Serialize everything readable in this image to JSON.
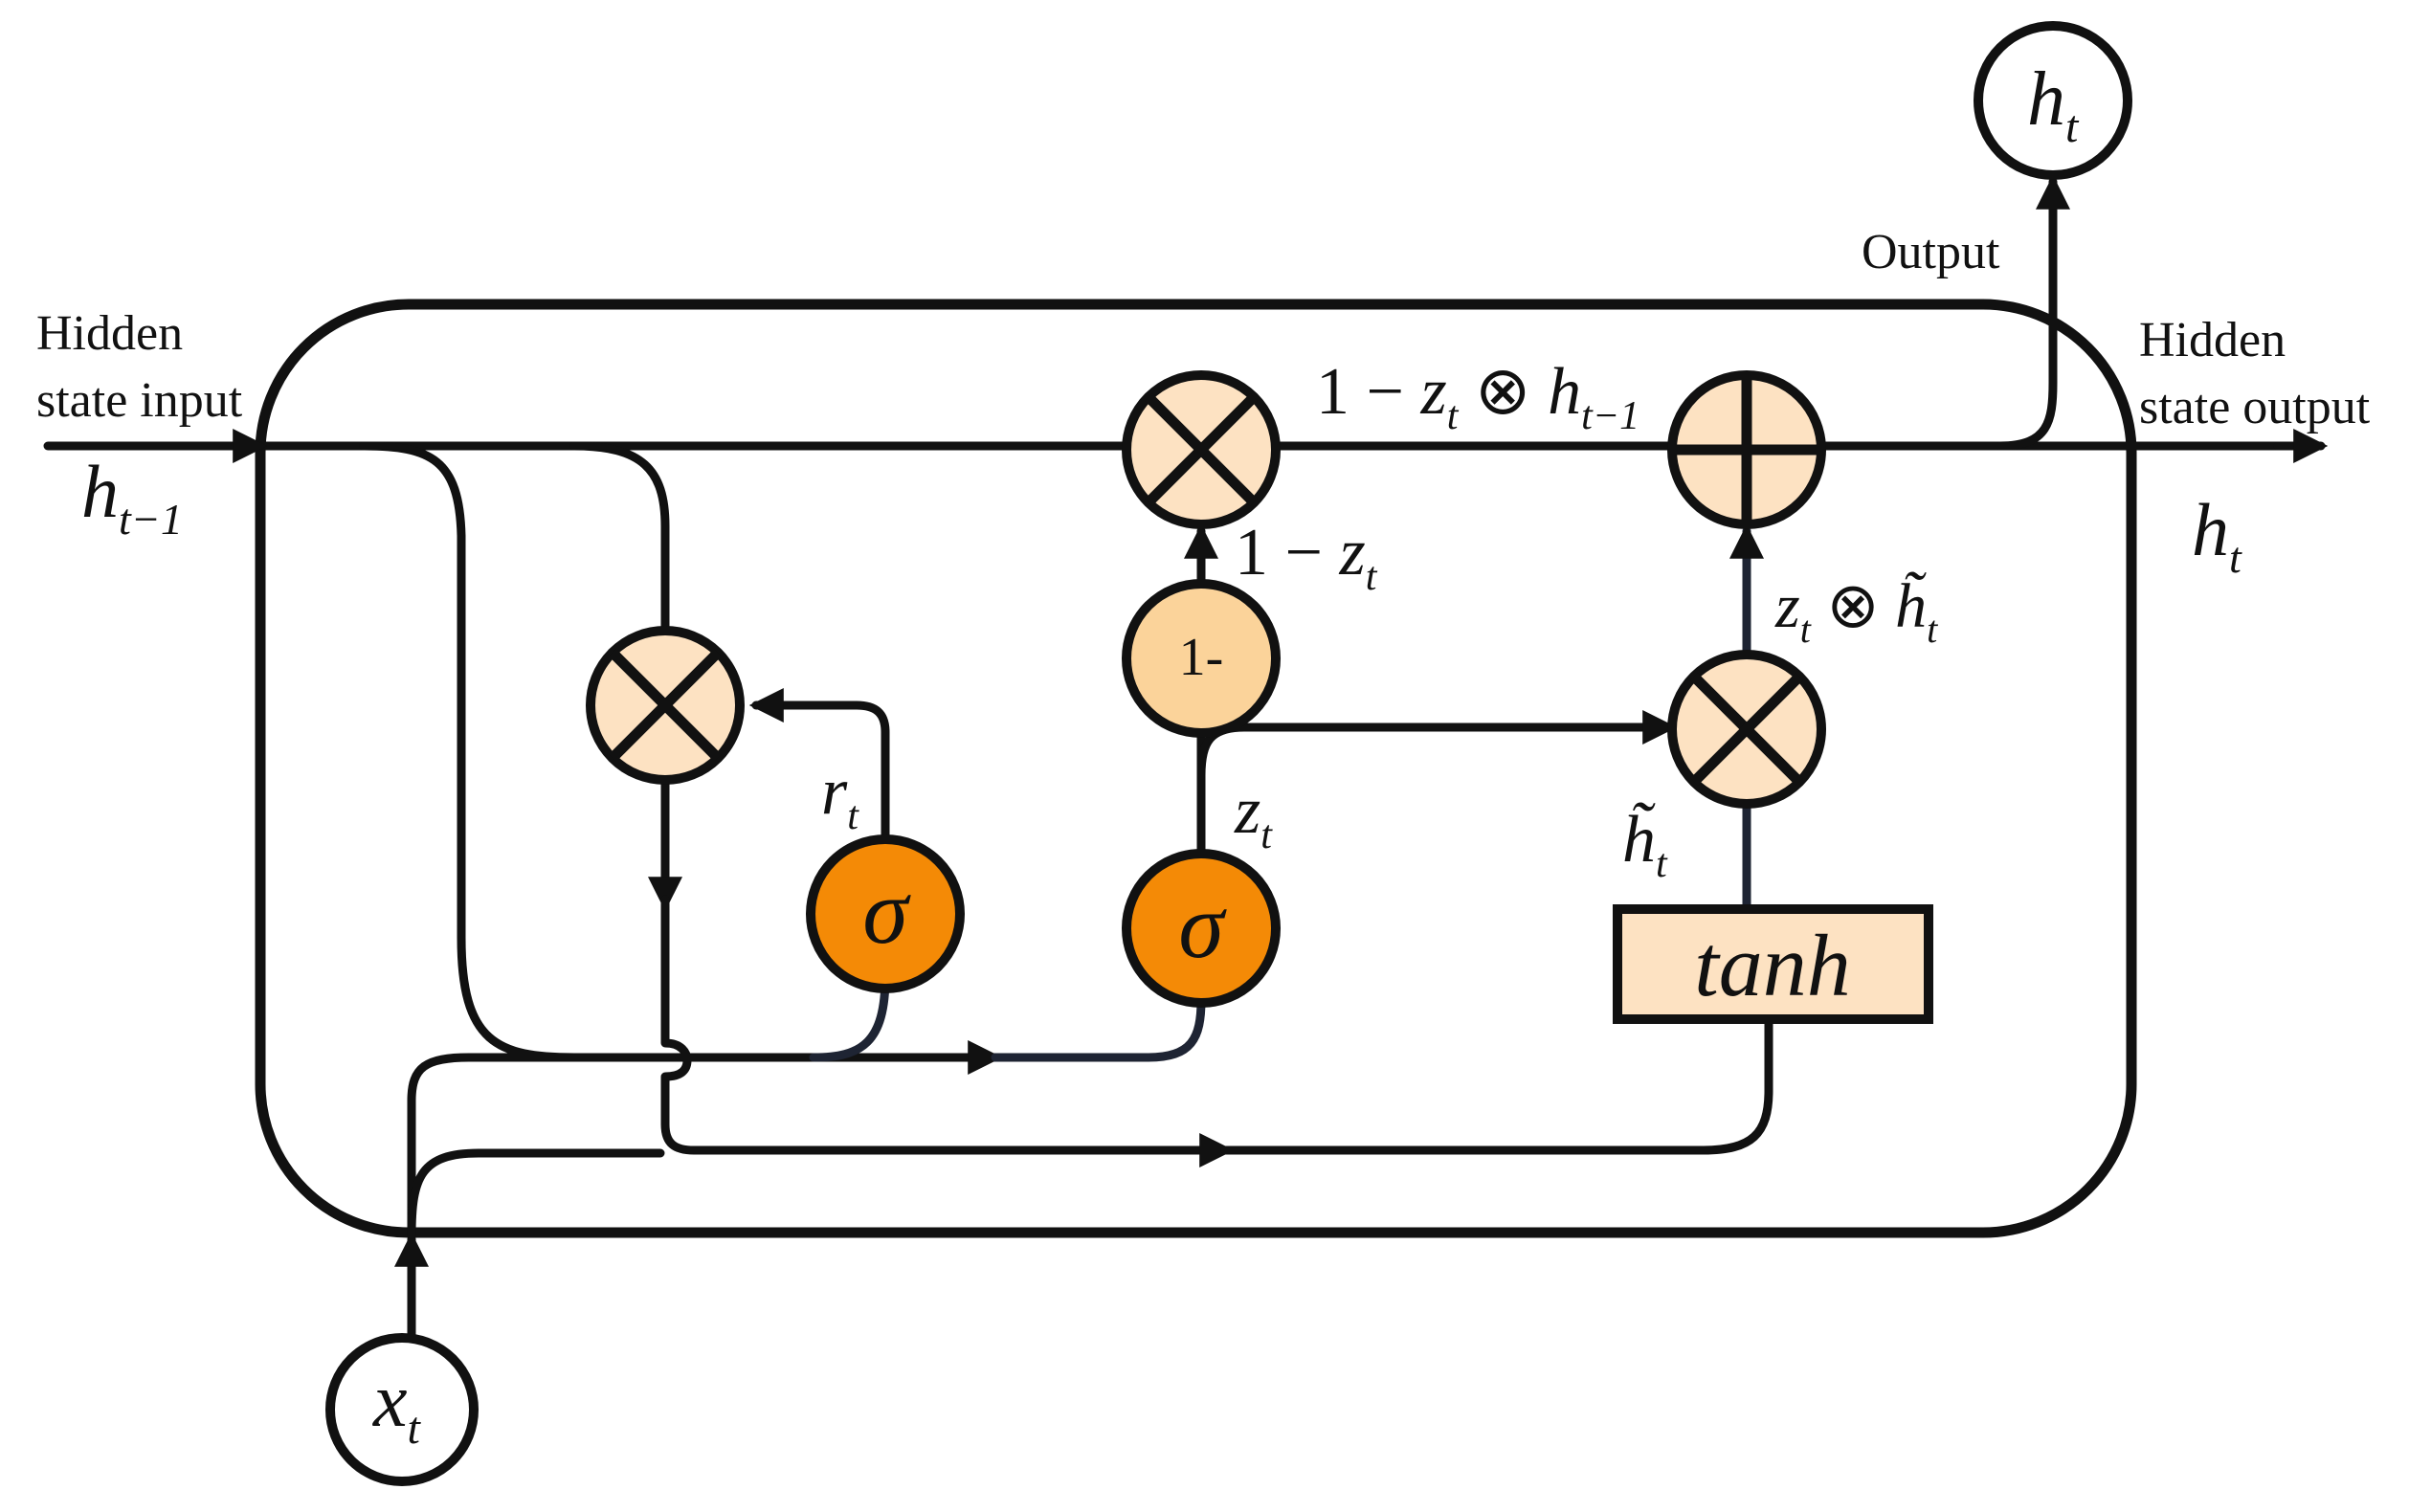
{
  "colors": {
    "op_fill": "#fde2c2",
    "one_minus_fill": "#fbd39a",
    "sigma_fill": "#f48a06",
    "tanh_fill": "#fde2c2",
    "line": "#111111",
    "line_dark": "#1e2433"
  },
  "labels": {
    "hidden_input_line1": "Hidden",
    "hidden_input_line2": "state input",
    "hidden_output_line1": "Hidden",
    "hidden_output_line2": "state output",
    "output": "Output"
  },
  "symbols": {
    "h_prev": {
      "base": "h",
      "sub": "t−1"
    },
    "h_out_right": {
      "base": "h",
      "sub": "t"
    },
    "h_out_top": {
      "base": "h",
      "sub": "t"
    },
    "x_in": {
      "base": "x",
      "sub": "t"
    },
    "r_t": {
      "base": "r",
      "sub": "t"
    },
    "z_t": {
      "base": "z",
      "sub": "t"
    },
    "h_tilde": {
      "base": "h̃",
      "sub": "t"
    },
    "one_minus_z": {
      "prefix": "1 − ",
      "base": "z",
      "sub": "t"
    },
    "one_minus_z_times_h": {
      "prefix": "1 − ",
      "base": "z",
      "sub": "t",
      "op": " ⊗ ",
      "base2": "h",
      "sub2": "t−1"
    },
    "z_times_htilde": {
      "base": "z",
      "sub": "t",
      "op": " ⊗ ",
      "base2": "h̃",
      "sub2": "t"
    }
  },
  "nodes": {
    "sigma_reset": "σ",
    "sigma_update": "σ",
    "one_minus": "1-",
    "tanh": "tanh"
  },
  "icons": {
    "multiply": "circle-times-icon",
    "add": "circle-plus-icon"
  }
}
